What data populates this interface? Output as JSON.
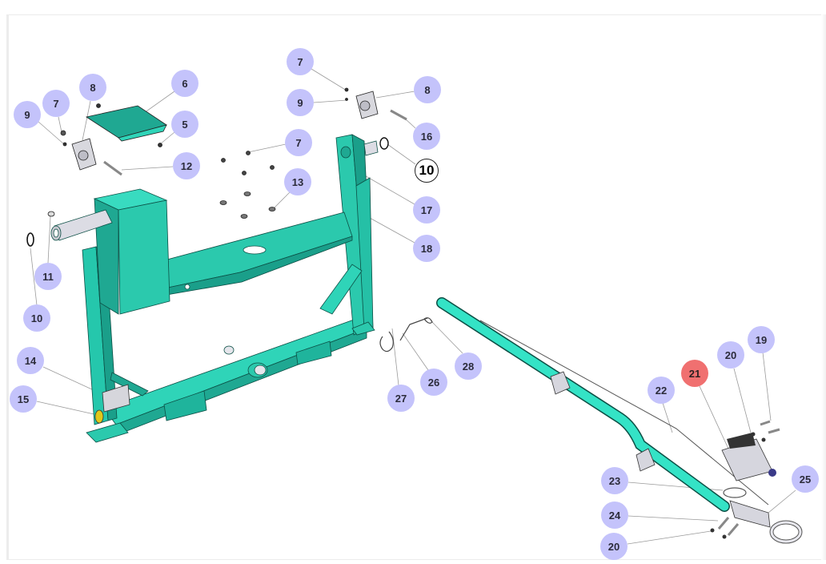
{
  "diagram": {
    "type": "exploded-parts-view",
    "colors": {
      "frame_green": "#22c3a8",
      "callout_default": "#c4c3fb",
      "callout_active": "#f07070",
      "callout_selected": "#ffffff",
      "plate_yellow": "#e0c81a",
      "steel_gray": "#d8d8de"
    },
    "callouts": [
      {
        "id": "c9a",
        "label": "9",
        "state": "default"
      },
      {
        "id": "c7a",
        "label": "7",
        "state": "default"
      },
      {
        "id": "c8a",
        "label": "8",
        "state": "default"
      },
      {
        "id": "c6",
        "label": "6",
        "state": "default"
      },
      {
        "id": "c5",
        "label": "5",
        "state": "default"
      },
      {
        "id": "c12",
        "label": "12",
        "state": "default"
      },
      {
        "id": "c7b",
        "label": "7",
        "state": "default"
      },
      {
        "id": "c9b",
        "label": "9",
        "state": "default"
      },
      {
        "id": "c8b",
        "label": "8",
        "state": "default"
      },
      {
        "id": "c16",
        "label": "16",
        "state": "default"
      },
      {
        "id": "c7c",
        "label": "7",
        "state": "default"
      },
      {
        "id": "c10a",
        "label": "10",
        "state": "selected"
      },
      {
        "id": "c13",
        "label": "13",
        "state": "default"
      },
      {
        "id": "c17",
        "label": "17",
        "state": "default"
      },
      {
        "id": "c18",
        "label": "18",
        "state": "default"
      },
      {
        "id": "c11",
        "label": "11",
        "state": "default"
      },
      {
        "id": "c10b",
        "label": "10",
        "state": "default"
      },
      {
        "id": "c14",
        "label": "14",
        "state": "default"
      },
      {
        "id": "c15",
        "label": "15",
        "state": "default"
      },
      {
        "id": "c28",
        "label": "28",
        "state": "default"
      },
      {
        "id": "c26",
        "label": "26",
        "state": "default"
      },
      {
        "id": "c27",
        "label": "27",
        "state": "default"
      },
      {
        "id": "c19",
        "label": "19",
        "state": "default"
      },
      {
        "id": "c20a",
        "label": "20",
        "state": "default"
      },
      {
        "id": "c21",
        "label": "21",
        "state": "active"
      },
      {
        "id": "c22",
        "label": "22",
        "state": "default"
      },
      {
        "id": "c23",
        "label": "23",
        "state": "default"
      },
      {
        "id": "c25",
        "label": "25",
        "state": "default"
      },
      {
        "id": "c24",
        "label": "24",
        "state": "default"
      },
      {
        "id": "c20b",
        "label": "20",
        "state": "default"
      }
    ]
  }
}
